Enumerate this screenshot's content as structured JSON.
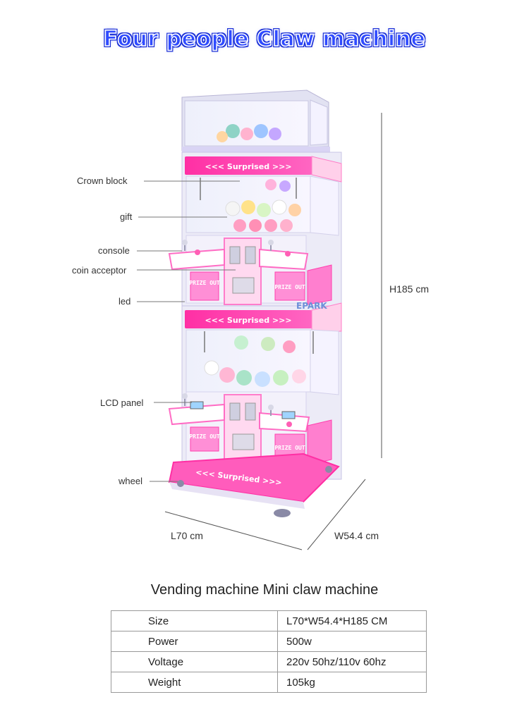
{
  "title": "Four people Claw machine",
  "machine": {
    "top_banner": "<<< Surprised >>>",
    "mid_banner": "<<< Surprised >>>",
    "base_banner": "<<< Surprised >>>",
    "prize_label": "PRIZE OUT",
    "brand": "EPARK",
    "colors": {
      "pink": "#ff3fae",
      "frame": "#dcd8f0",
      "glow": "#ff8fd6"
    }
  },
  "callouts": {
    "crown_block": "Crown block",
    "gift": "gift",
    "console": "console",
    "coin_acceptor": "coin acceptor",
    "led": "led",
    "lcd_panel": "LCD panel",
    "wheel": "wheel"
  },
  "dimensions": {
    "height": "H185 cm",
    "length": "L70 cm",
    "width": "W54.4 cm"
  },
  "subtitle": "Vending machine Mini claw machine",
  "specs": [
    {
      "key": "Size",
      "value": "L70*W54.4*H185 CM"
    },
    {
      "key": "Power",
      "value": "500w"
    },
    {
      "key": "Voltage",
      "value": "220v 50hz/110v 60hz"
    },
    {
      "key": "Weight",
      "value": "105kg"
    }
  ]
}
